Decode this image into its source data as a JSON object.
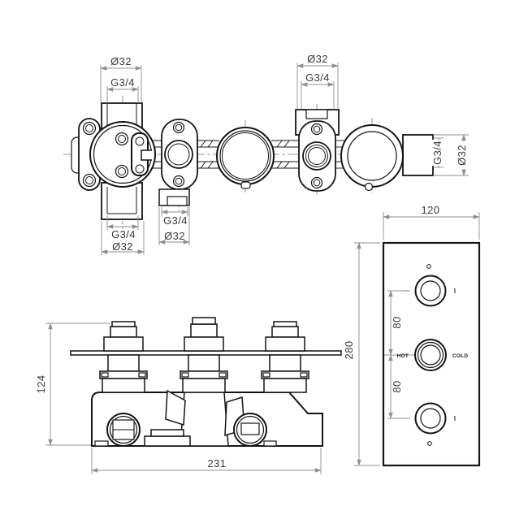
{
  "top_view": {
    "dim_left_top_diameter": "Ø32",
    "dim_left_top_thread": "G3/4",
    "dim_left_bottom_thread": "G3/4",
    "dim_left_bottom_diameter": "Ø32",
    "dim_mid_bottom_thread": "G3/4",
    "dim_mid_bottom_diameter": "Ø32",
    "dim_right_top_diameter": "Ø32",
    "dim_right_top_thread": "G3/4",
    "dim_outlet_thread": "G3/4",
    "dim_outlet_diameter": "Ø32"
  },
  "front_view": {
    "dim_height": "124",
    "dim_width": "231"
  },
  "faceplate_view": {
    "dim_width": "120",
    "dim_height": "280",
    "dim_knob_spacing_upper": "80",
    "dim_knob_spacing_lower": "80",
    "label_hot": "HOT",
    "label_cold": "COLD"
  },
  "colors": {
    "background": "#ffffff",
    "outline": "#141414",
    "dimension_line": "#8f8f8f",
    "text": "#3a3a3a"
  }
}
